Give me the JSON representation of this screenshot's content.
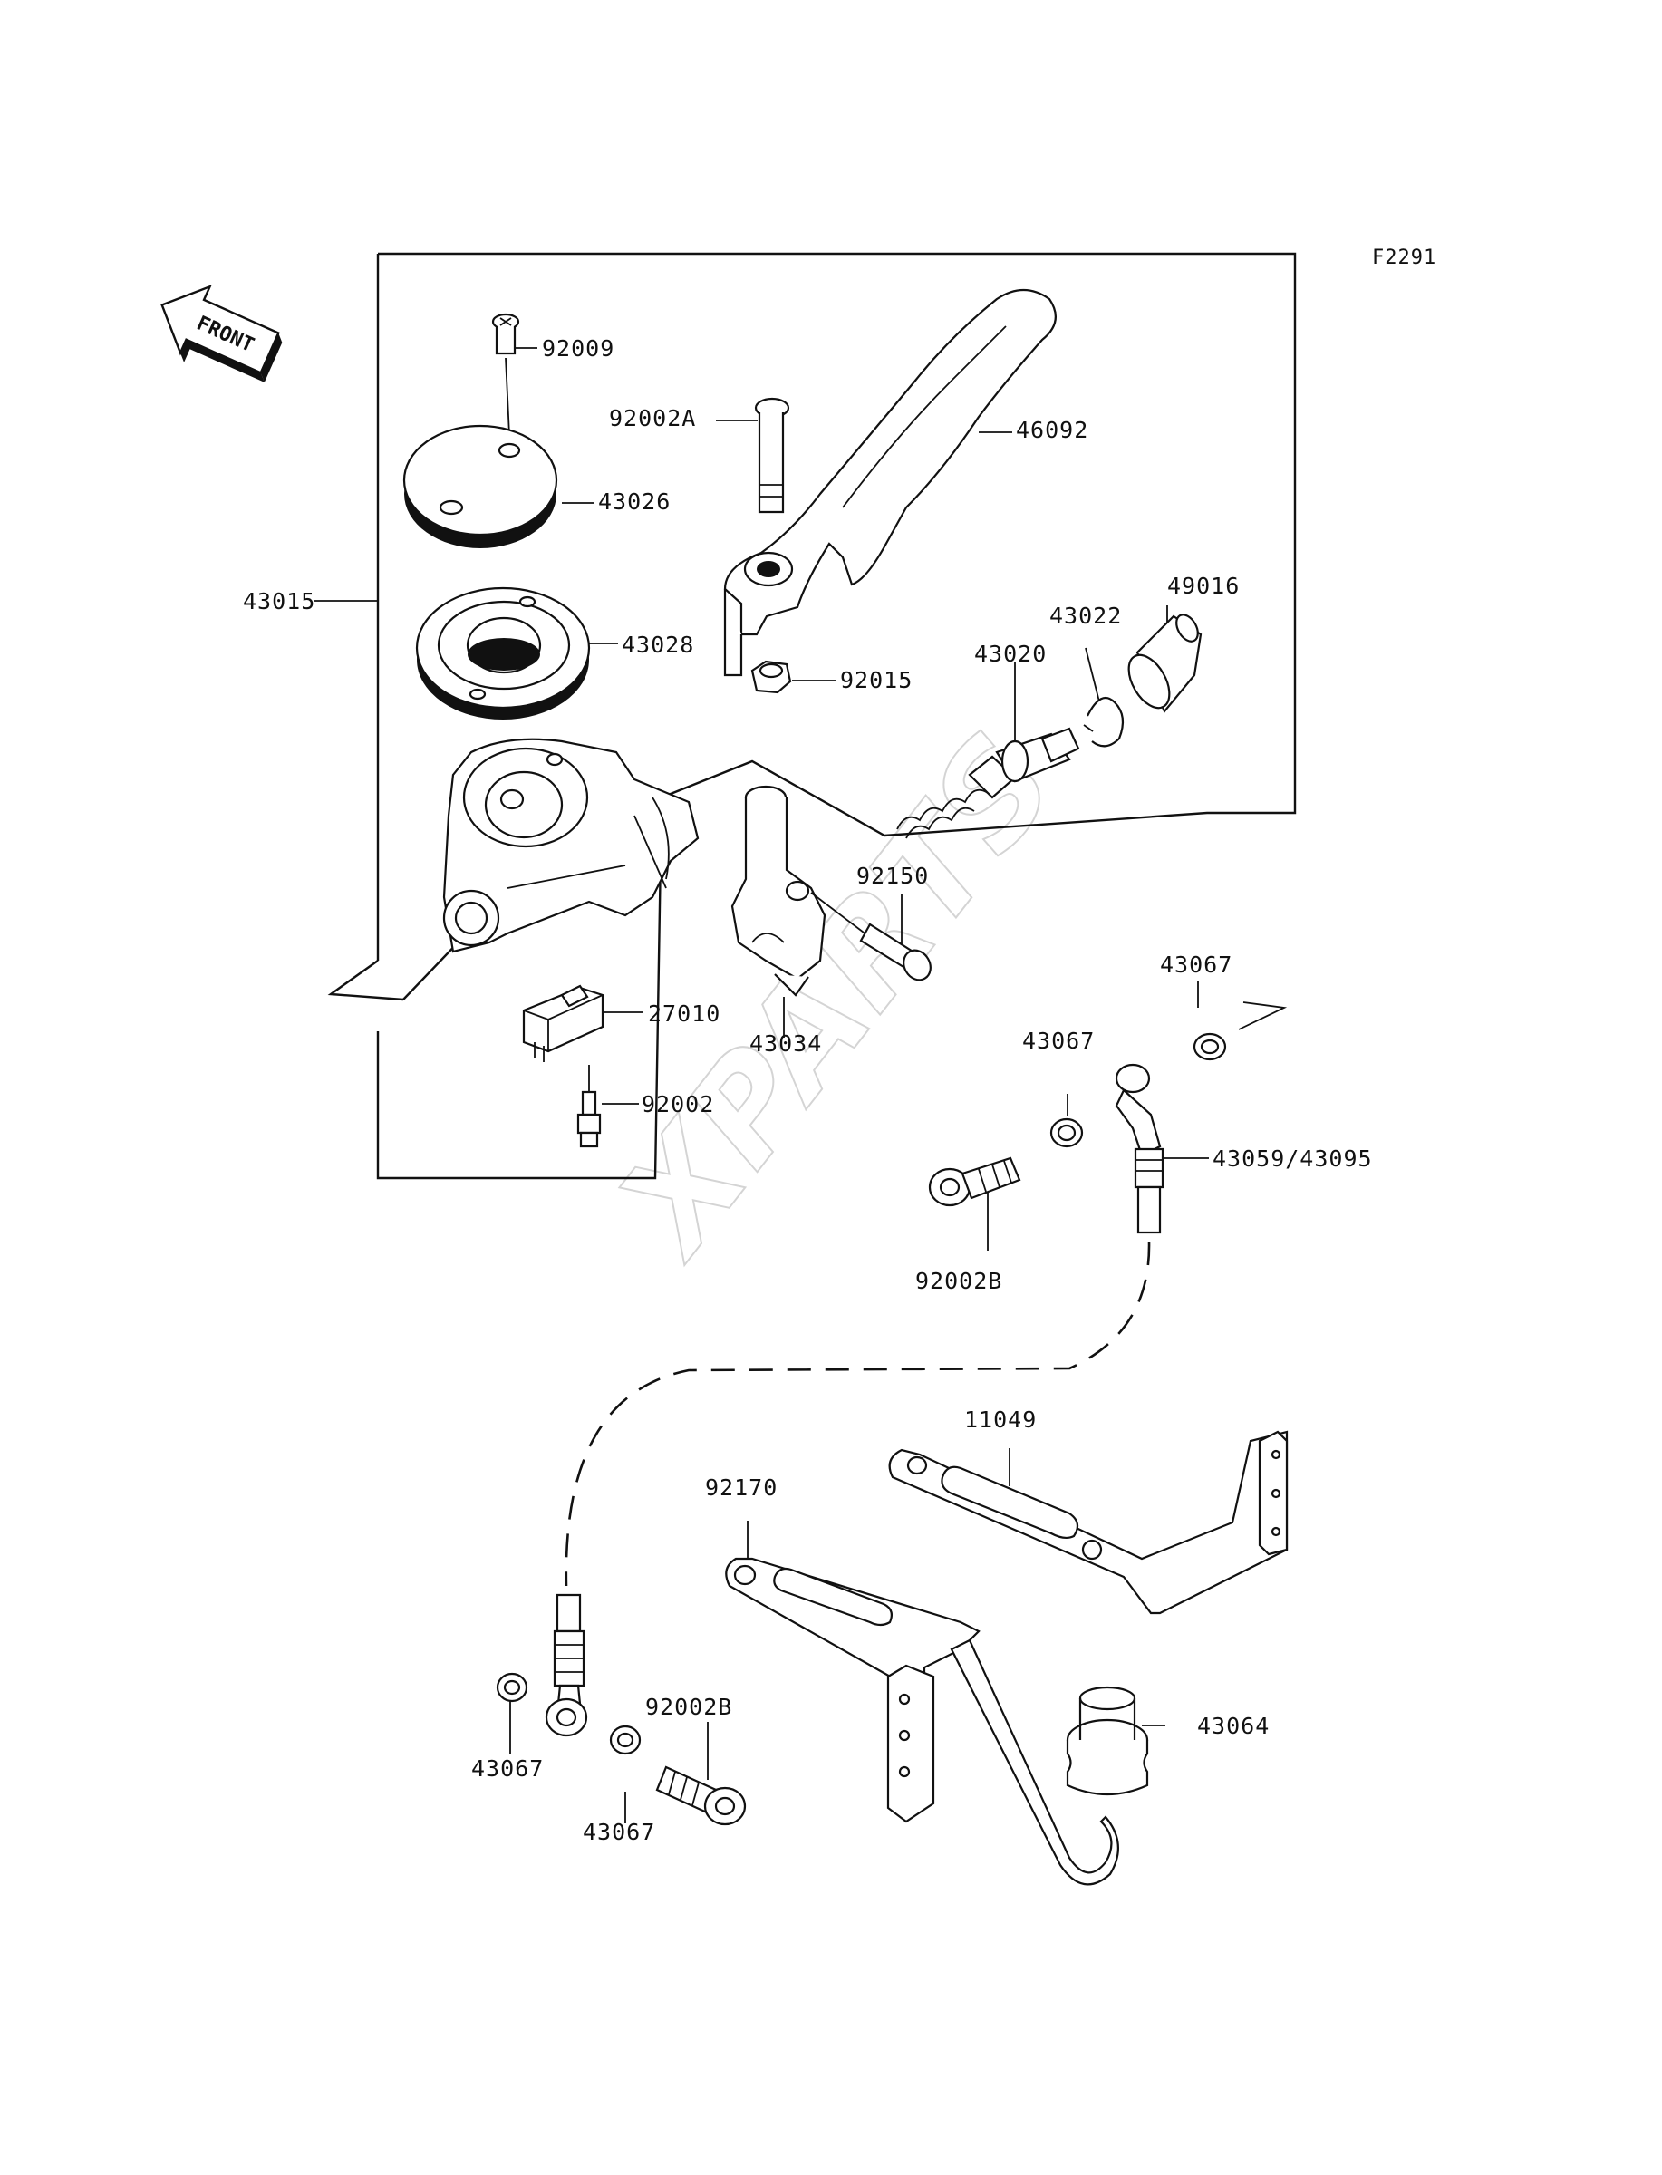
{
  "diagram": {
    "reference_code": "F2291",
    "front_indicator": "FRONT",
    "watermark": "XPARTS",
    "part_numbers": {
      "p92009": "92009",
      "p92002A": "92002A",
      "p46092": "46092",
      "p43026": "43026",
      "p43015": "43015",
      "p43028": "43028",
      "p92015": "92015",
      "p49016": "49016",
      "p43022": "43022",
      "p43020": "43020",
      "p92150": "92150",
      "p27010": "27010",
      "p43034": "43034",
      "p92002": "92002",
      "p43067_a": "43067",
      "p43067_b": "43067",
      "p43059_43095": "43059/43095",
      "p92002B_a": "92002B",
      "p11049": "11049",
      "p92170": "92170",
      "p43064": "43064",
      "p43067_c": "43067",
      "p92002B_b": "92002B",
      "p43067_d": "43067"
    }
  }
}
